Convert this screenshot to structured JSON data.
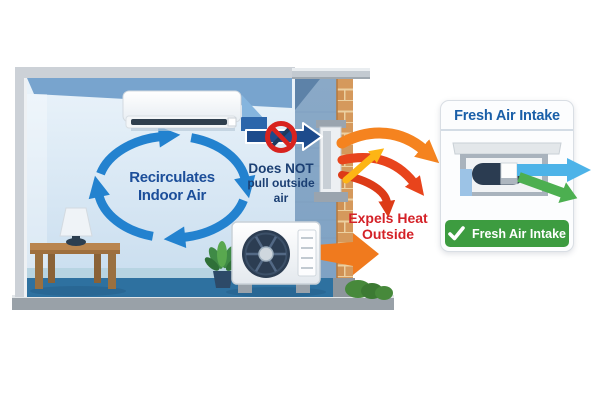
{
  "room": {
    "recirculates_label": {
      "line1": "Recirculates",
      "line2": "Indoor Air"
    },
    "no_outside_air_label": {
      "line1": "Does NOT",
      "line2": "pull outside",
      "line3": "air"
    },
    "expels_heat_label": {
      "line1": "Expels Heat",
      "line2": "Outside"
    }
  },
  "fresh_air_card": {
    "title": "Fresh Air Intake",
    "badge_label": "Fresh Air Intake"
  },
  "colors": {
    "loop_blue": "#2382cf",
    "label_navy": "#1c4e9a",
    "does_not_navy": "#1b3f73",
    "prohibition_red": "#d8231f",
    "blocked_arrow_navy": "#1d4b8c",
    "heat_orange": "#f5831f",
    "heat_red": "#e8441c",
    "heat_yellow": "#fdb515",
    "expels_red": "#d42127",
    "card_title_blue": "#1a5fa8",
    "badge_green": "#3d9c40",
    "intake_blue_arrow": "#4db3e8",
    "intake_green_arrow": "#4caf50",
    "floor_blue": "#2e71a0",
    "brick_tan": "#d5995c"
  }
}
